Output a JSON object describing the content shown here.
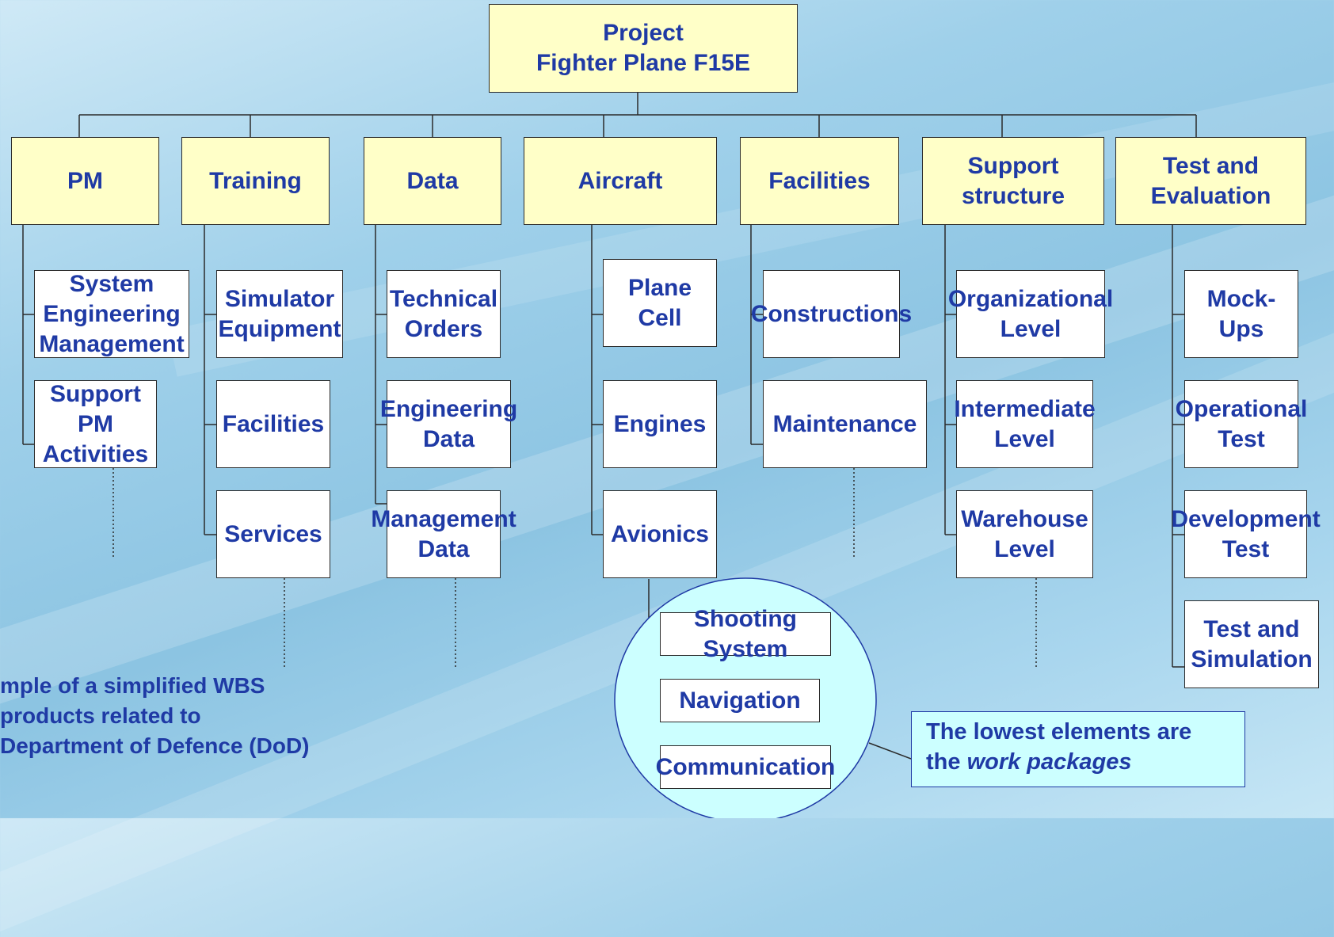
{
  "root": {
    "line1": "Project",
    "line2": "Fighter Plane F15E"
  },
  "categories": [
    {
      "label": "PM",
      "children": [
        "System\nEngineering\nManagement",
        "Support\nPM\nActivities"
      ]
    },
    {
      "label": "Training",
      "children": [
        "Simulator\nEquipment",
        "Facilities",
        "Services"
      ]
    },
    {
      "label": "Data",
      "children": [
        "Technical\nOrders",
        "Engineering\nData",
        "Management\nData"
      ]
    },
    {
      "label": "Aircraft",
      "children": [
        "Plane\nCell",
        "Engines",
        "Avionics"
      ]
    },
    {
      "label": "Facilities",
      "children": [
        "Constructions",
        "Maintenance"
      ]
    },
    {
      "label": "Support\nstructure",
      "children": [
        "Organizational\nLevel",
        "Intermediate\nLevel",
        "Warehouse\nLevel"
      ]
    },
    {
      "label": "Test and\nEvaluation",
      "children": [
        "Mock-Ups",
        "Operational\nTest",
        "Development\nTest",
        "Test and\nSimulation"
      ]
    }
  ],
  "avionics_children": [
    "Shooting System",
    "Navigation",
    "Communication"
  ],
  "caption": {
    "line1": "mple of  a simplified WBS",
    "line2": "products related to",
    "line3": "Department of Defence (DoD)"
  },
  "note": {
    "line1": "The lowest elements are",
    "line2_prefix": "the ",
    "line2_italic": "work packages"
  },
  "colors": {
    "text": "#1f3aa5",
    "top_box_fill": "#ffffc8",
    "leaf_box_fill": "#ffffff",
    "highlight_fill": "#ccffff",
    "line": "#2b2b2b"
  }
}
